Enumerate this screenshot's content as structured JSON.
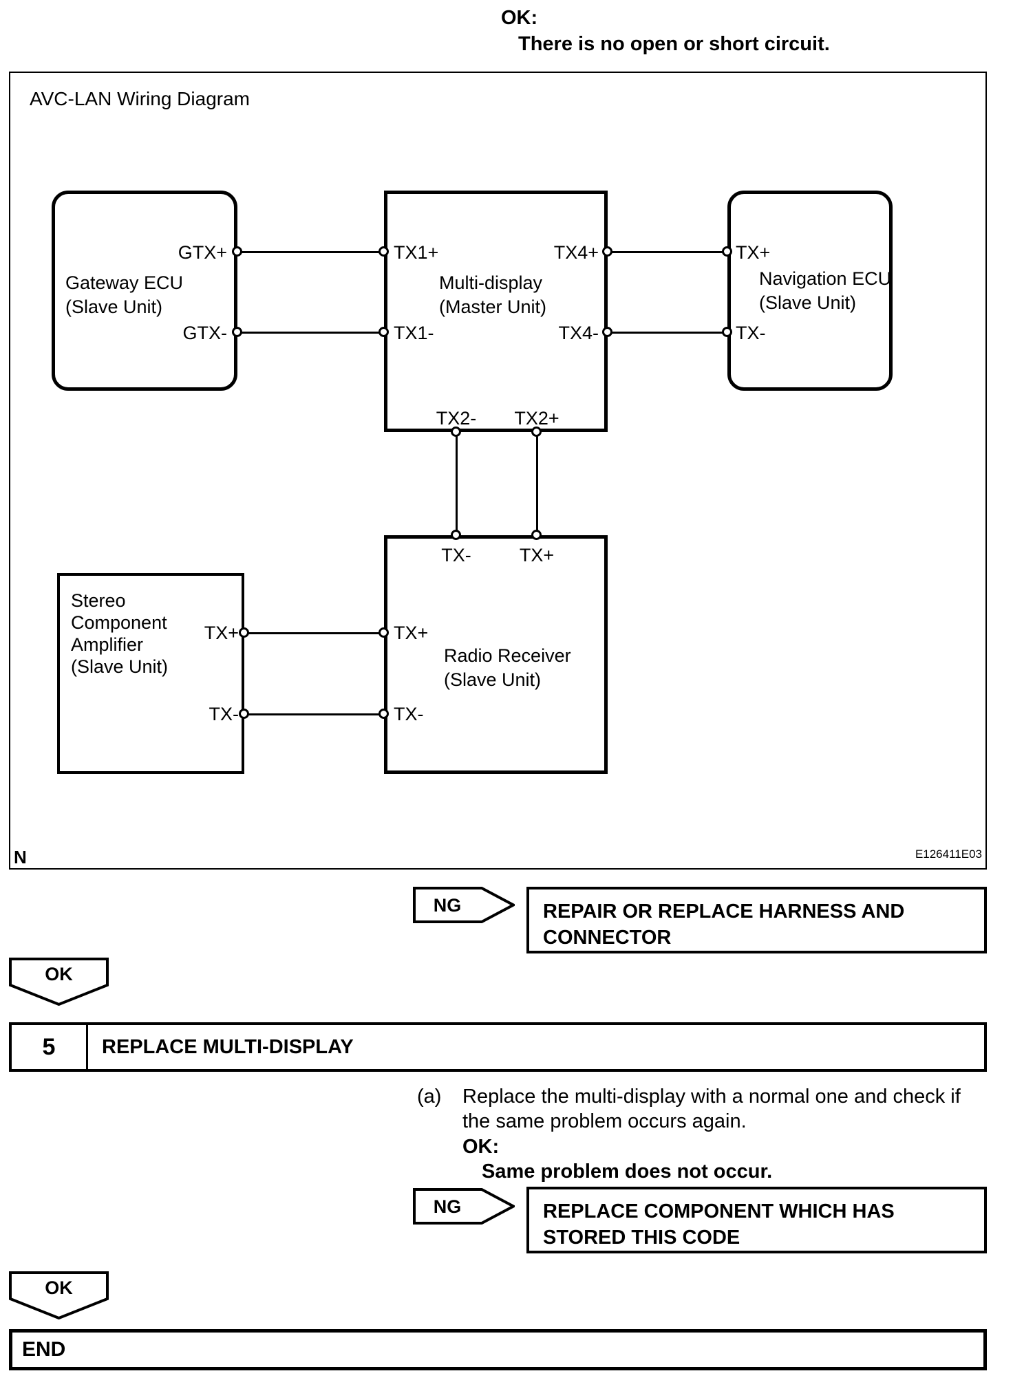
{
  "header": {
    "ok_label": "OK:",
    "ok_text": "There is no open or short circuit."
  },
  "diagram": {
    "title": "AVC-LAN Wiring Diagram",
    "corner_mark": "N",
    "figure_code": "E126411E03",
    "components": {
      "gateway": {
        "name": "Gateway ECU",
        "sub": "(Slave Unit)",
        "pins": {
          "plus": "GTX+",
          "minus": "GTX-"
        }
      },
      "multi": {
        "name": "Multi-display",
        "sub": "(Master Unit)",
        "pins": {
          "tx1_plus": "TX1+",
          "tx1_minus": "TX1-",
          "tx4_plus": "TX4+",
          "tx4_minus": "TX4-",
          "tx2_minus": "TX2-",
          "tx2_plus": "TX2+"
        }
      },
      "navigation": {
        "name": "Navigation ECU",
        "sub": "(Slave Unit)",
        "pins": {
          "plus": "TX+",
          "minus": "TX-"
        }
      },
      "stereo": {
        "name_l1": "Stereo",
        "name_l2": "Component",
        "name_l3": "Amplifier",
        "sub": "(Slave Unit)",
        "pins": {
          "plus": "TX+",
          "minus": "TX-"
        }
      },
      "radio": {
        "name": "Radio Receiver",
        "sub": "(Slave Unit)",
        "pins": {
          "top_minus": "TX-",
          "top_plus": "TX+",
          "left_plus": "TX+",
          "left_minus": "TX-"
        }
      }
    }
  },
  "flow": {
    "ng1": {
      "label": "NG",
      "line1": "REPAIR OR REPLACE HARNESS AND",
      "line2": "CONNECTOR"
    },
    "ok1": {
      "label": "OK"
    },
    "step": {
      "number": "5",
      "title": "REPLACE MULTI-DISPLAY"
    },
    "instruction": {
      "marker": "(a)",
      "line1": "Replace the multi-display with a normal one and check if",
      "line2": "the same problem occurs again.",
      "ok_label": "OK:",
      "ok_text": "Same problem does not occur."
    },
    "ng2": {
      "label": "NG",
      "line1": "REPLACE COMPONENT WHICH HAS",
      "line2": "STORED THIS CODE"
    },
    "ok2": {
      "label": "OK"
    },
    "end": {
      "label": "END"
    }
  },
  "colors": {
    "ink": "#000000",
    "paper": "#ffffff"
  }
}
